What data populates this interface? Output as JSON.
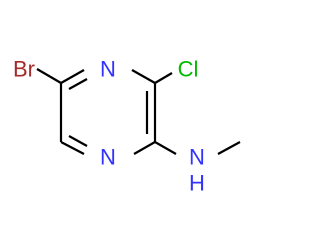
{
  "molecule": {
    "colors": {
      "bond": "#000000",
      "nitrogen": "#3333ff",
      "chlorine": "#00bb00",
      "bromine": "#a52a2a"
    },
    "atoms": {
      "br": "Br",
      "cl": "Cl",
      "n_ring_top": "N",
      "n_ring_bottom": "N",
      "n_amine": "N",
      "h_amine": "H"
    }
  }
}
